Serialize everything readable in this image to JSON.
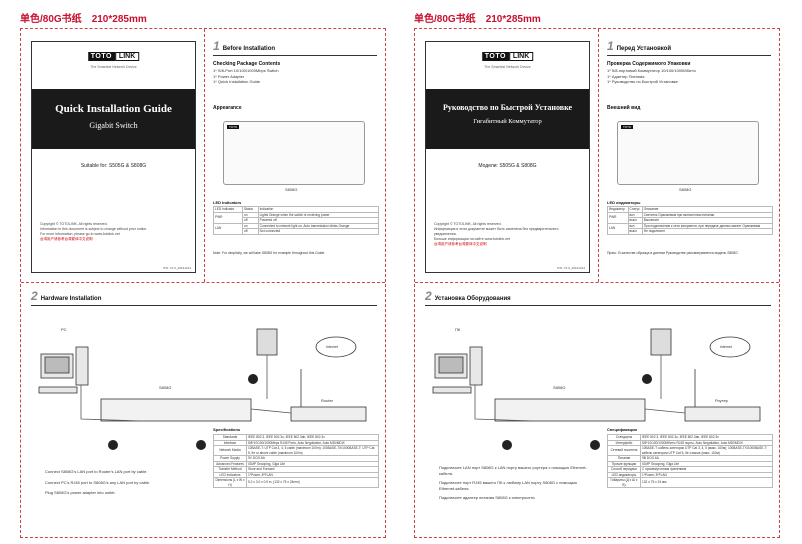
{
  "header": {
    "left": "单色/80G书纸",
    "size": "210*285mm"
  },
  "en": {
    "logo_a": "TOTO",
    "logo_b": "LINK",
    "tagline": "The Smartest Network Device",
    "cover_title": "Quick Installation Guide",
    "cover_sub": "Gigabit Switch",
    "suitable": "Suitable for: S505G & S808G",
    "copy1": "Copyright © TOTOLINK, All rights reserved.",
    "copy2": "Information in this document is subject to change without prior notice.",
    "copy3": "For more information, please go to www.totolink.net",
    "copy4": "台湾用户请参考台湾繁体中文说明",
    "part_no": "P/N: V1.0_20161214",
    "s1_num": "1",
    "s1_title": "Before Installation",
    "check_title": "Checking Package Contents",
    "check_items": [
      "1* S/8-Port 10/100/1000Mbps Switch",
      "1* Power Adapter",
      "1* Quick Installation Guide"
    ],
    "appearance": "Appearance",
    "model": "S808G",
    "led_title": "LED Indicators",
    "led_head": [
      "LED Indicator",
      "Status",
      "Indication"
    ],
    "led_rows": [
      [
        "PWR",
        "on",
        "Lights Orange when the switch is receiving power"
      ],
      [
        "",
        "off",
        "Powered off"
      ],
      [
        "LAN",
        "on",
        "Connected to network light on. Auto transmission blinks Orange"
      ],
      [
        "",
        "off",
        "Not connected"
      ]
    ],
    "note": "Note: For simplicity, we will take S808G for example throughout this Guide.",
    "s2_num": "2",
    "s2_title": "Hardware Installation",
    "pc": "PC",
    "router": "Router",
    "internet": "Internet",
    "sw_model": "S808G",
    "steps": [
      "Connect S808G's LAN port to Router's LAN port by cable.",
      "Connect PC's RJ45 port to S808G's any LAN port by cable.",
      "Plug S808G's power adapter into outlet."
    ],
    "spec_title": "Specifications",
    "spec_rows": [
      [
        "Standards",
        "IEEE 802.3, IEEE 802.3u, IEEE 802.3ab, IEEE 802.3x"
      ],
      [
        "Interface",
        "5/8*10/100/1000Mbps RJ45 Ports, Auto Negotiation, Auto MDI/MDIX"
      ],
      [
        "Network Media",
        "10BASE-T: UTP Cat 3, 4, 5 cable (maximum 100m); 100BASE-TX/1000BASE-T: UTP Cat 5, 5e or above cable (maximum 100m)"
      ],
      [
        "Power Supply",
        "9V DC/0.6A"
      ],
      [
        "Advanced Features",
        "IGMP Snooping, Giga Lite"
      ],
      [
        "Transfer Method",
        "Store and Forward"
      ],
      [
        "LED Indicators",
        "1*Power, 8*FLAN"
      ],
      [
        "Dimensions (L x W x H)",
        "5.2 x 3.0 x 0.9 in. (132 x 75 x 24mm)"
      ]
    ]
  },
  "ru": {
    "logo_a": "TOTO",
    "logo_b": "LINK",
    "tagline": "The Smartest Network Device",
    "cover_title": "Руководство по Быстрой Установке",
    "cover_sub": "Гигабитный Коммутатор",
    "suitable": "Модели: S505G & S808G",
    "copy1": "Copyright © TOTOLINK, All rights reserved.",
    "copy2": "Информация в этом документе может быть изменена без предварительного уведомления.",
    "copy3": "Больше информации на сайте www.totolink.net",
    "copy4": "台湾用户请参考台湾繁体中文说明",
    "part_no": "P/N: V1.0_20161214",
    "s1_num": "1",
    "s1_title": "Перед Установкой",
    "check_title": "Проверка Содержимого Упаковки",
    "check_items": [
      "1* 5/8-портовый Коммутатор 10/100/1000Мбит/с",
      "1* Адаптер Питания",
      "1* Руководство по Быстрой Установке"
    ],
    "appearance": "Внешний вид",
    "model": "S808G",
    "led_title": "LED индикаторы",
    "led_head": [
      "Индикатор",
      "Статус",
      "Описание"
    ],
    "led_rows": [
      [
        "PWR",
        "вкл",
        "Светится Оранжевым при включенном питании"
      ],
      [
        "",
        "выкл",
        "Выключен"
      ],
      [
        "LAN",
        "вкл",
        "При подключении к сети загорается, при передаче данных мигает Оранжевым"
      ],
      [
        "",
        "выкл",
        "Не подключен"
      ]
    ],
    "note": "Прим.: В качестве образца в данном Руководстве рассматривается модель S808G",
    "s2_num": "2",
    "s2_title": "Установка Оборудования",
    "pc": "ПК",
    "router": "Роутер",
    "internet": "Internet",
    "sw_model": "S808G",
    "steps": [
      "Подключите LAN порт S808G к LAN порту вашего роутера с помощью Ethernet-кабеля.",
      "Подключите порт RJ45 вашего ПК к любому LAN порту S808G с помощью Ethernet-кабеля.",
      "Подключите адаптер питания S808G к электросети."
    ],
    "spec_title": "Спецификации",
    "spec_rows": [
      [
        "Стандарты",
        "IEEE 802.3, IEEE 802.3u, IEEE 802.3ab, IEEE 802.3x"
      ],
      [
        "Интерфейс",
        "5/8*10/100/1000Мбит/с RJ45 порты, Auto Negotiation, Auto MDI/MDIX"
      ],
      [
        "Сетевой носитель",
        "10BASE-T: кабель категории UTP Cat 3, 4, 5 (макс. 100м); 100BASE-TX/1000BASE-T: кабель категории UTP Cat 5, 5e и выше (макс. 100м)"
      ],
      [
        "Питание",
        "9В DC/0.6А"
      ],
      [
        "Прочие функции",
        "IGMP Snooping, Giga Lite"
      ],
      [
        "Способ передачи",
        "С промежуточным хранением"
      ],
      [
        "LED индикаторы",
        "1*Power, 8*FLAN"
      ],
      [
        "Габариты (Д x Ш x В)",
        "132 x 75 x 24 мм"
      ]
    ]
  }
}
